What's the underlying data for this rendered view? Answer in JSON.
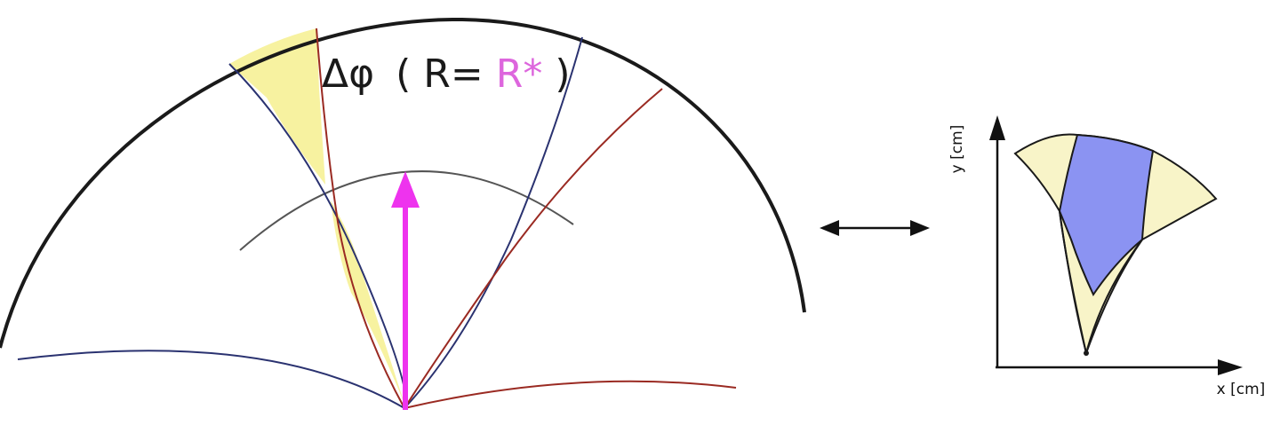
{
  "formula": {
    "delta_phi": "Δφ",
    "open_paren": "(",
    "r_label": "R=",
    "r_star": "R*",
    "close_paren": ")"
  },
  "axes": {
    "x_label": "x [cm]",
    "y_label": "y [cm]"
  },
  "colors": {
    "black_curve": "#1a1a1a",
    "blue_curve": "#2a3270",
    "red_curve": "#9a2a22",
    "magenta": "#ee33ee",
    "r_star": "#dd66dd",
    "yellow_fill": "#f7f2a0",
    "cream_fill": "#f8f4c8",
    "blue_fill": "#8b93f2",
    "gray_arc": "#555555"
  }
}
